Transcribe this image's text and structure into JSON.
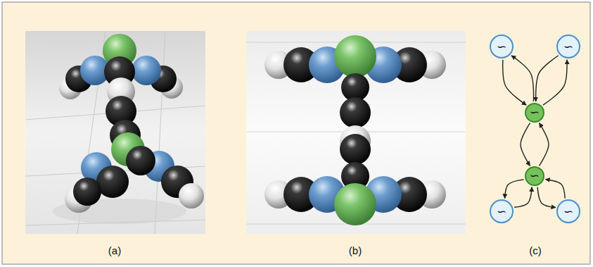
{
  "diagram": {
    "nodes": [
      {
        "text": [
          "∽"
        ]
      },
      {
        "text": [
          "∽"
        ]
      },
      {
        "text": [
          "∽"
        ]
      },
      {
        "text": [
          "∽"
        ]
      },
      {
        "text": [
          "∽"
        ]
      },
      {
        "text": [
          "∽"
        ]
      }
    ],
    "edges": [
      {
        "from": 0,
        "to": 2,
        "arrow": "to"
      },
      {
        "from": 2,
        "to": 0,
        "arrow": "to"
      },
      {
        "from": 1,
        "to": 2,
        "arrow": "to"
      },
      {
        "from": 2,
        "to": 1,
        "arrow": "to"
      },
      {
        "from": 2,
        "to": 3,
        "arrow": "to"
      },
      {
        "from": 3,
        "to": 2,
        "arrow": "to"
      },
      {
        "from": 3,
        "to": 4,
        "arrow": "to"
      },
      {
        "from": 4,
        "to": 3,
        "arrow": "to"
      },
      {
        "from": 3,
        "to": 5,
        "arrow": "to"
      },
      {
        "from": 5,
        "to": 3,
        "arrow": "to"
      }
    ],
    "labels": [
      "(a)",
      "(b)",
      "(c)"
    ]
  }
}
